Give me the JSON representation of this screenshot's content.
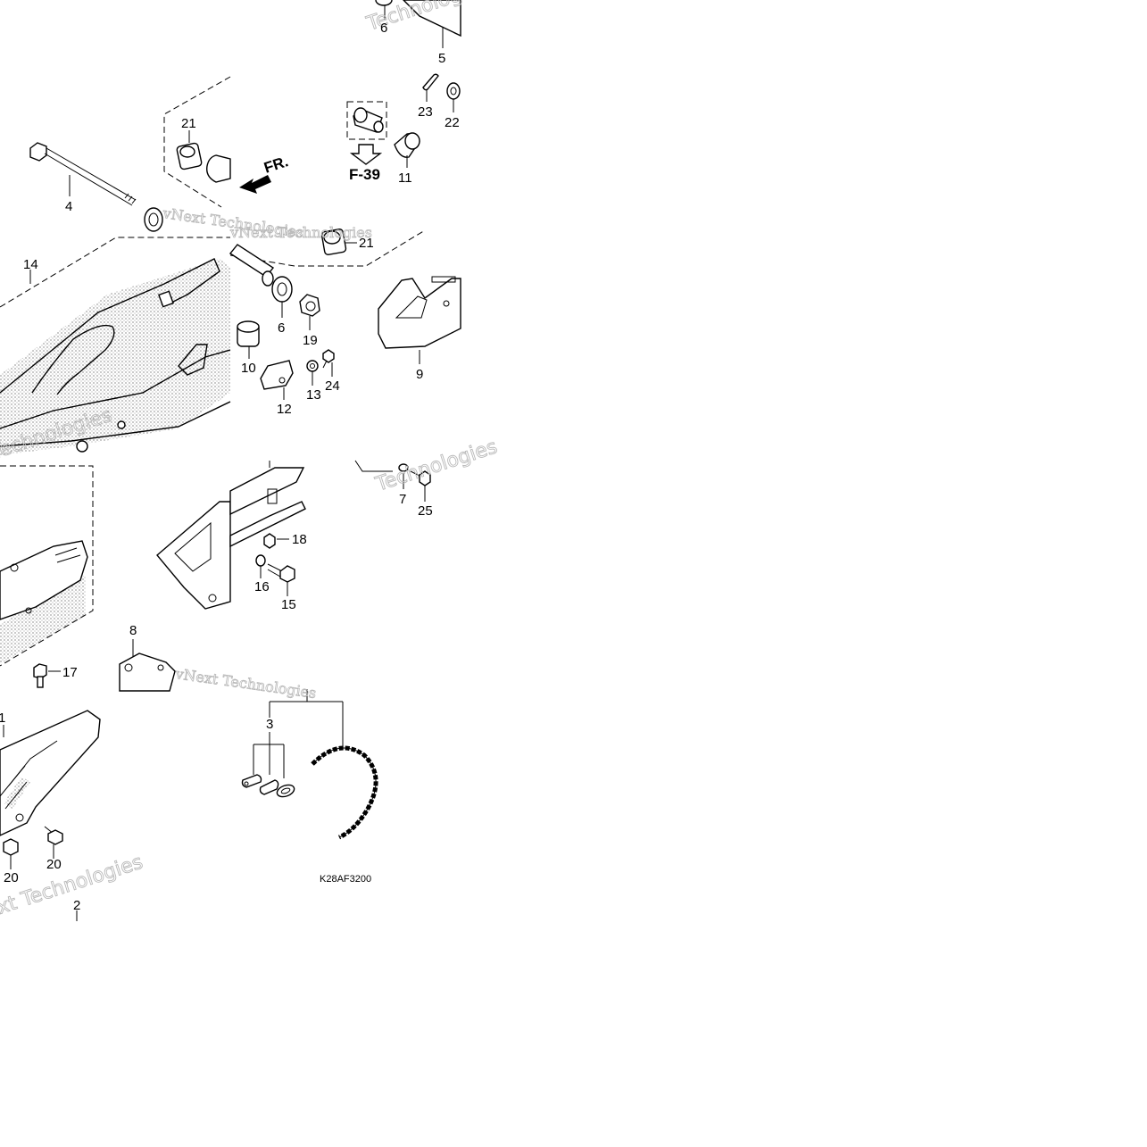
{
  "diagram": {
    "callouts": [
      {
        "id": "c6a",
        "text": "6"
      },
      {
        "id": "c5",
        "text": "5"
      },
      {
        "id": "c23",
        "text": "23"
      },
      {
        "id": "c22",
        "text": "22"
      },
      {
        "id": "c21a",
        "text": "21"
      },
      {
        "id": "c11",
        "text": "11"
      },
      {
        "id": "c4",
        "text": "4"
      },
      {
        "id": "c21b",
        "text": "21"
      },
      {
        "id": "c14",
        "text": "14"
      },
      {
        "id": "c6b",
        "text": "6"
      },
      {
        "id": "c19",
        "text": "19"
      },
      {
        "id": "c10",
        "text": "10"
      },
      {
        "id": "c13",
        "text": "13"
      },
      {
        "id": "c24",
        "text": "24"
      },
      {
        "id": "c12",
        "text": "12"
      },
      {
        "id": "c9",
        "text": "9"
      },
      {
        "id": "c7",
        "text": "7"
      },
      {
        "id": "c25",
        "text": "25"
      },
      {
        "id": "c18",
        "text": "18"
      },
      {
        "id": "c16",
        "text": "16"
      },
      {
        "id": "c15",
        "text": "15"
      },
      {
        "id": "c8",
        "text": "8"
      },
      {
        "id": "c17",
        "text": "17"
      },
      {
        "id": "c1",
        "text": "1"
      },
      {
        "id": "c3",
        "text": "3"
      },
      {
        "id": "c20a",
        "text": "20"
      },
      {
        "id": "c20b",
        "text": "20"
      },
      {
        "id": "c2",
        "text": "2"
      }
    ],
    "reference_label": "F-39",
    "direction_label": "FR.",
    "drawing_code": "K28AF3200",
    "watermarks": [
      "vNext Technologies",
      "vNext Technologies",
      "Technologies",
      "Technologies",
      "vNext Technologies",
      "Technologies",
      "Next Technologies"
    ]
  }
}
